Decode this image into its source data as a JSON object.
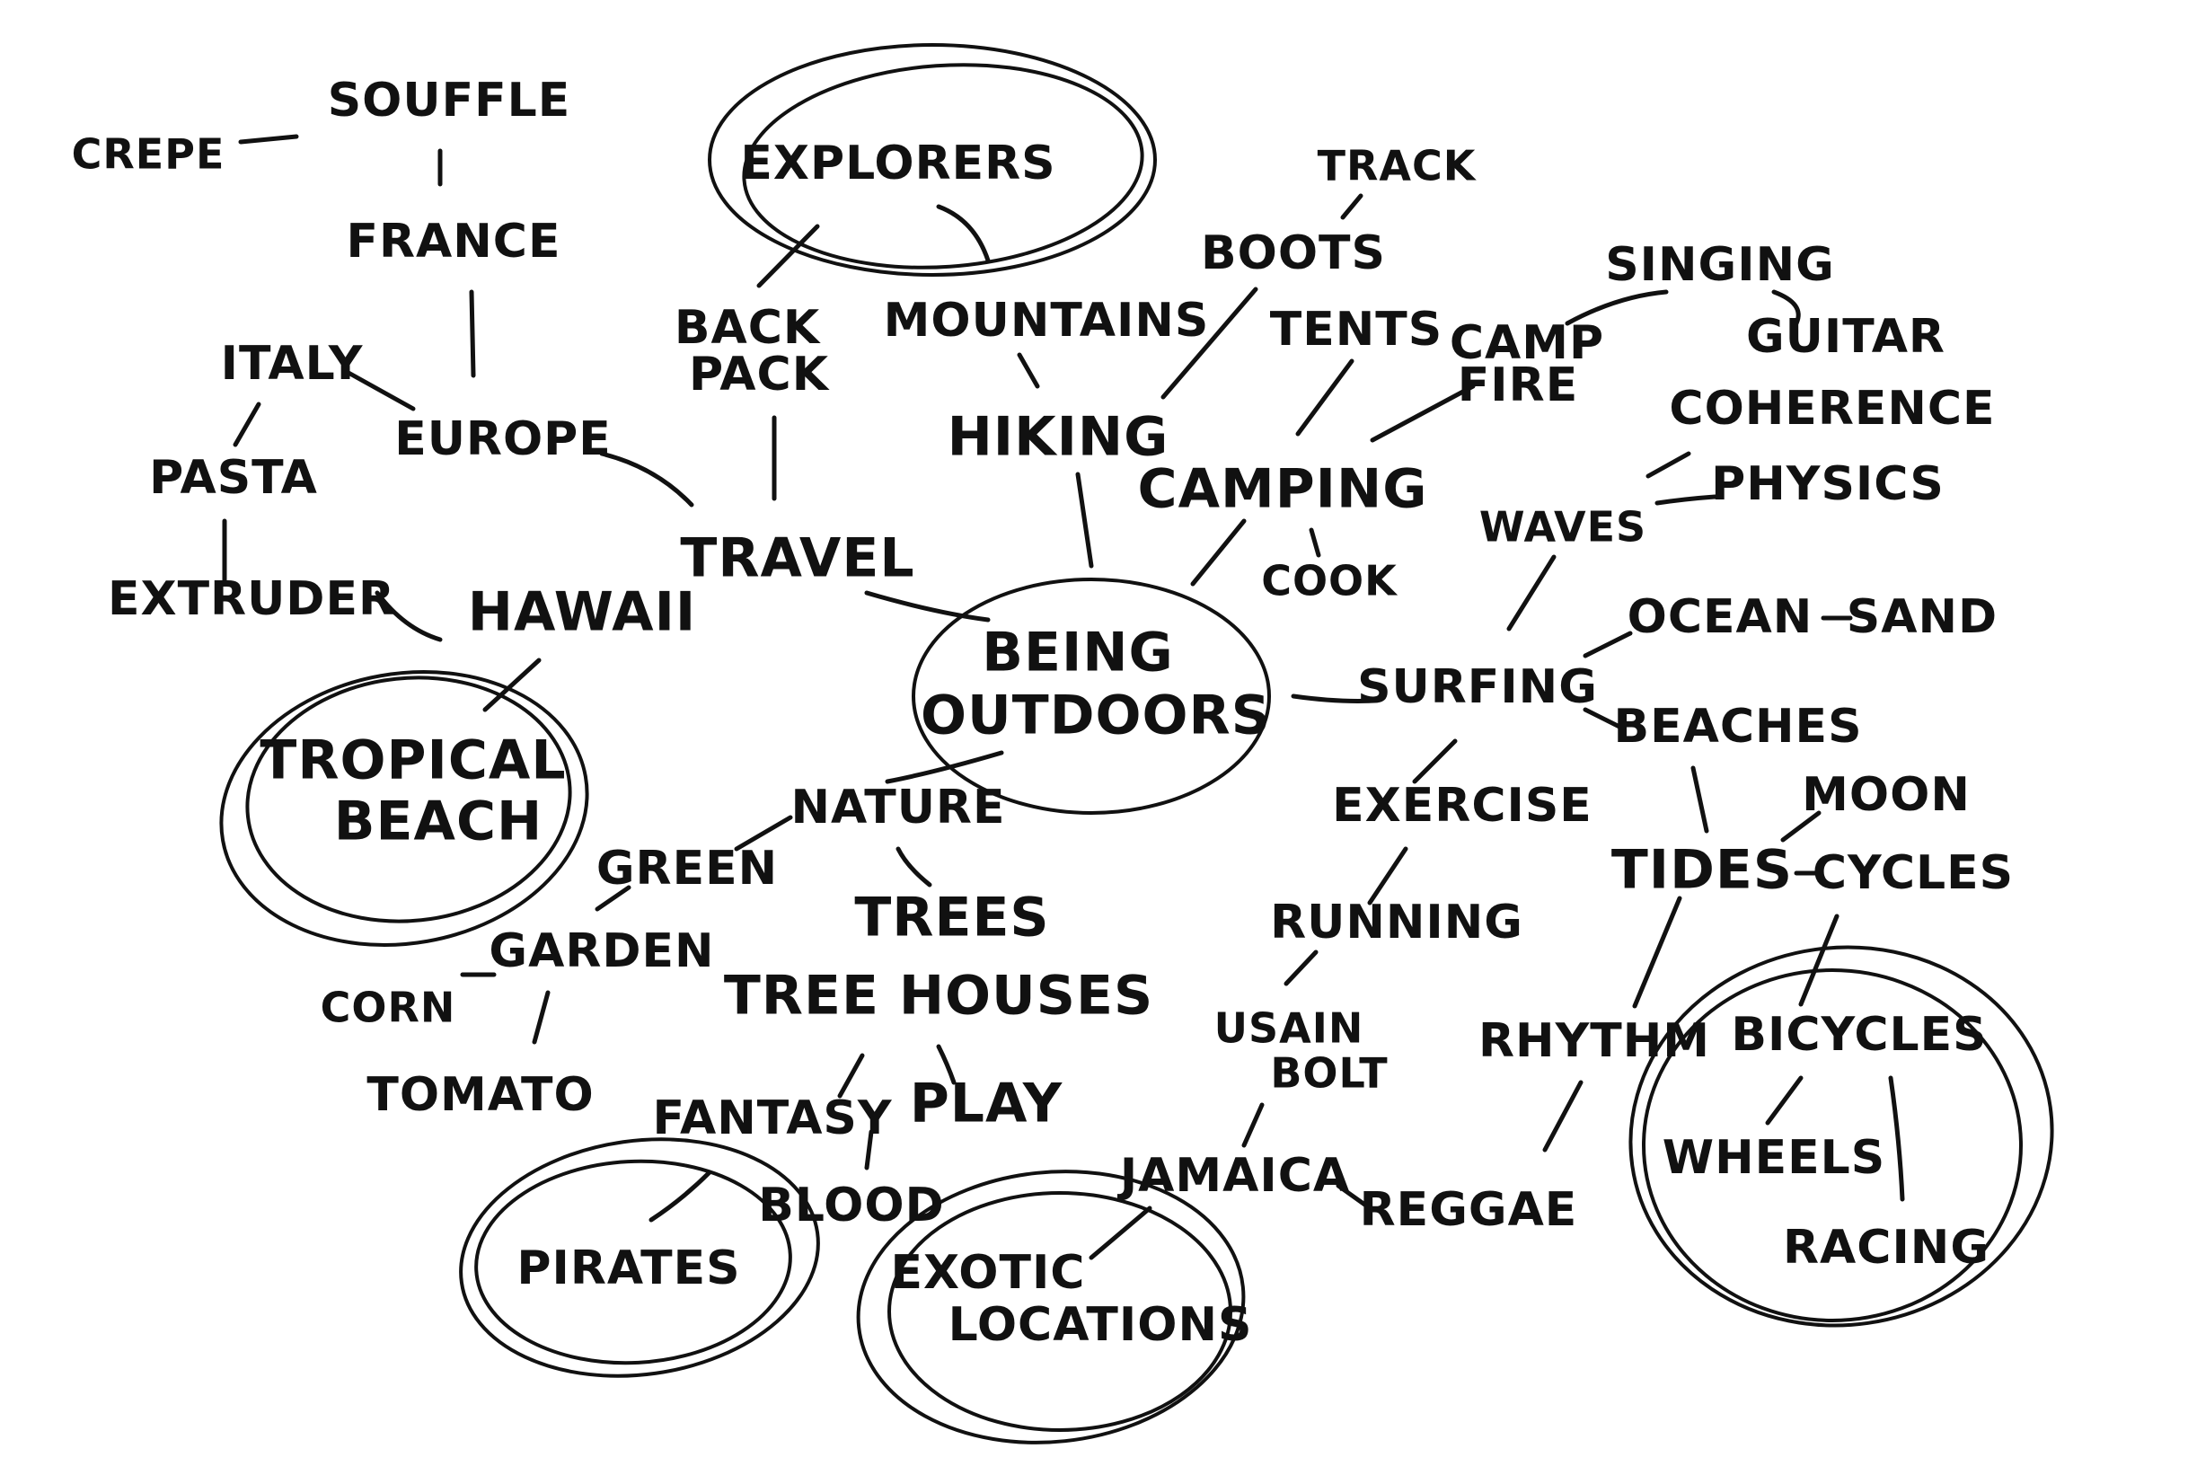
{
  "center": {
    "line1": "BEING",
    "line2": "OUTDOORS"
  },
  "words": {
    "crepe": "CREPE",
    "souffle": "SOUFFLE",
    "france": "FRANCE",
    "italy": "ITALY",
    "europe": "EUROPE",
    "pasta": "PASTA",
    "extruder": "EXTRUDER",
    "hawaii": "HAWAII",
    "tropical_1": "TROPICAL",
    "tropical_2": "BEACH",
    "explorers": "EXPLORERS",
    "backpack_1": "BACK",
    "backpack_2": "PACK",
    "mountains": "MOUNTAINS",
    "track": "TRACK",
    "boots": "BOOTS",
    "hiking": "HIKING",
    "travel": "TRAVEL",
    "tents": "TENTS",
    "campfire_1": "CAMP",
    "campfire_2": "FIRE",
    "singing": "SINGING",
    "guitar": "GUITAR",
    "camping": "CAMPING",
    "cook": "COOK",
    "coherence": "COHERENCE",
    "waves": "WAVES",
    "physics": "PHYSICS",
    "ocean": "OCEAN",
    "sand": "SAND",
    "surfing": "SURFING",
    "beaches": "BEACHES",
    "nature": "NATURE",
    "green": "GREEN",
    "garden": "GARDEN",
    "corn": "CORN",
    "tomato": "TOMATO",
    "trees": "TREES",
    "tree_houses": "TREE HOUSES",
    "fantasy": "FANTASY",
    "play": "PLAY",
    "blood": "BLOOD",
    "pirates": "PIRATES",
    "exercise": "EXERCISE",
    "running": "RUNNING",
    "usain_1": "USAIN",
    "usain_2": "BOLT",
    "jamaica": "JAMAICA",
    "reggae": "REGGAE",
    "exotic_1": "EXOTIC",
    "exotic_2": "LOCATIONS",
    "tides": "TIDES",
    "moon": "MOON",
    "cycles": "CYCLES",
    "rhythm": "RHYTHM",
    "bicycles": "BICYCLES",
    "wheels": "WHEELS",
    "racing": "RACING"
  }
}
